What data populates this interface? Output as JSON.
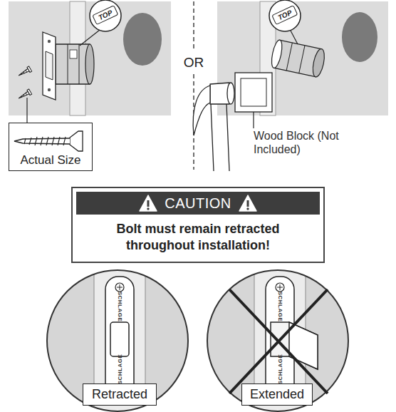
{
  "diagram": {
    "nodes": [
      {
        "text": [
          "Actual Size"
        ]
      },
      {
        "text": [
          "CAUTION",
          "Bolt must remain retracted throughout installation!"
        ]
      },
      {
        "text": [
          "Retracted"
        ]
      },
      {
        "text": [
          "Extended"
        ]
      }
    ],
    "labels": [
      "TOP",
      "TOP",
      "OR",
      "Wood Block (Not Included)",
      "SCHLAGE",
      "SCHLAGE",
      "SCHLAGE",
      "SCHLAGE"
    ]
  }
}
